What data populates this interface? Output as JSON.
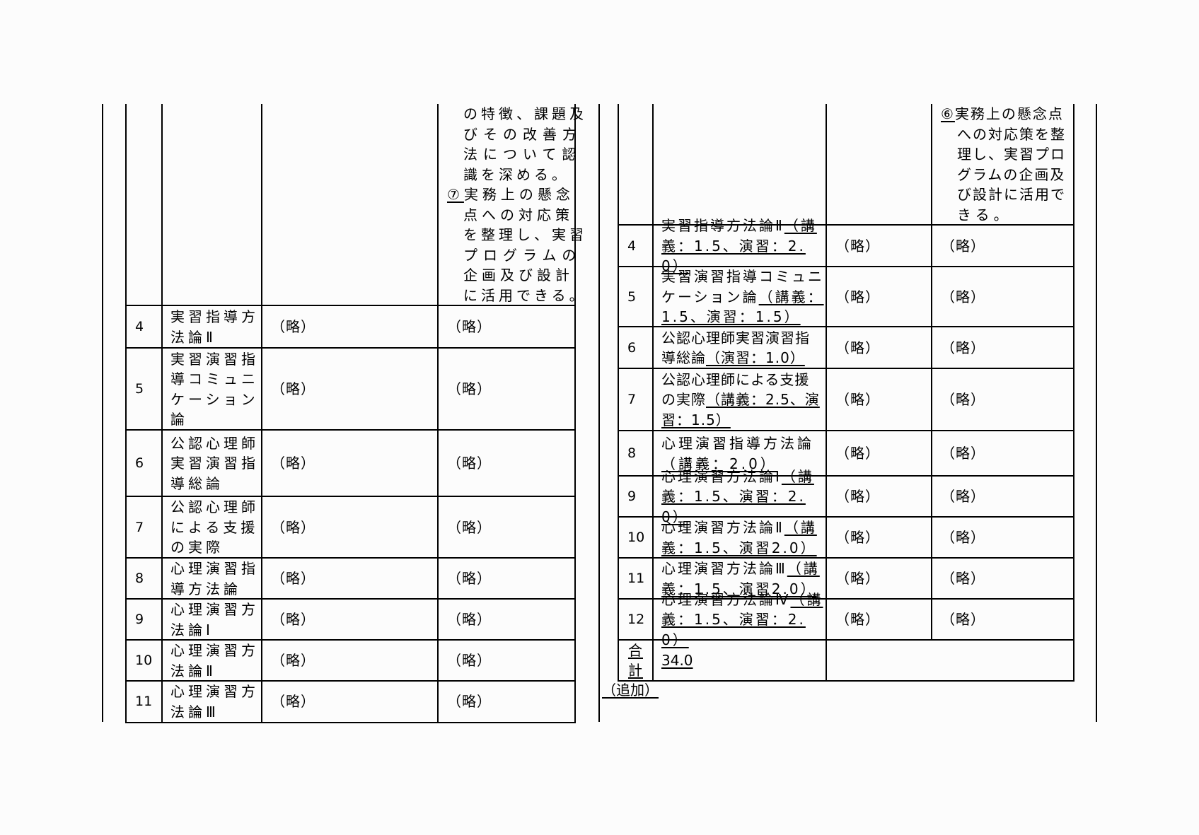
{
  "left_table": {
    "continued_row": {
      "goals_lines": [
        "の特徴、課題及",
        "びその改善方",
        "法について認",
        "識を深める。"
      ],
      "goal7_marker": "⑦",
      "goal7_lines": [
        "実務上の懸念",
        "点への対応策",
        "を整理し、実習",
        "プログラムの",
        "企画及び設計",
        "に活用できる。"
      ]
    },
    "rows": [
      {
        "no": "4",
        "name": "実習指導方法論Ⅱ",
        "content": "（略）",
        "goal": "（略）"
      },
      {
        "no": "5",
        "name": "実習演習指導コミュニケーション論",
        "content": "（略）",
        "goal": "（略）"
      },
      {
        "no": "6",
        "name": "公認心理師実習演習指導総論",
        "content": "（略）",
        "goal": "（略）"
      },
      {
        "no": "7",
        "name": "公認心理師による支援の実際",
        "content": "（略）",
        "goal": "（略）"
      },
      {
        "no": "8",
        "name": "心理演習指導方法論",
        "content": "（略）",
        "goal": "（略）"
      },
      {
        "no": "9",
        "name": "心理演習方法論Ⅰ",
        "content": "（略）",
        "goal": "（略）"
      },
      {
        "no": "10",
        "name": "心理演習方法論Ⅱ",
        "content": "（略）",
        "goal": "（略）"
      },
      {
        "no": "11",
        "name": "心理演習方法論Ⅲ",
        "content": "（略）",
        "goal": "（略）"
      }
    ]
  },
  "right_table": {
    "continued_row": {
      "goal6_marker": "⑥",
      "goal6_lines": [
        "実務上の懸念点",
        "への対応策を整",
        "理し、実習プロ",
        "グラムの企画及",
        "び設計に活用で",
        "きる。"
      ]
    },
    "rows": [
      {
        "no": "4",
        "name": "実習指導方法論Ⅱ",
        "hours": "（講義：1.5、演習：2.0）",
        "content": "（略）",
        "goal": "（略）"
      },
      {
        "no": "5",
        "name": "実習演習指導コミュニケーション論",
        "hours": "（講義：1.5、演習：1.5）",
        "content": "（略）",
        "goal": "（略）"
      },
      {
        "no": "6",
        "name": "公認心理師実習演習指導総論",
        "hours": "（演習：1.0）",
        "content": "（略）",
        "goal": "（略）"
      },
      {
        "no": "7",
        "name": "公認心理師による支援の実際",
        "hours": "（講義：2.5、演習：1.5）",
        "content": "（略）",
        "goal": "（略）"
      },
      {
        "no": "8",
        "name": "心理演習指導方法論",
        "hours": "（講義：2.0）",
        "content": "（略）",
        "goal": "（略）"
      },
      {
        "no": "9",
        "name": "心理演習方法論Ⅰ",
        "hours": "（講義：1.5、演習：2.0）",
        "content": "（略）",
        "goal": "（略）"
      },
      {
        "no": "10",
        "name": "心理演習方法論Ⅱ",
        "hours": "（講義：1.5、演習2.0）",
        "content": "（略）",
        "goal": "（略）"
      },
      {
        "no": "11",
        "name": "心理演習方法論Ⅲ",
        "hours": "（講義：1.5、演習2.0）",
        "content": "（略）",
        "goal": "（略）"
      },
      {
        "no": "12",
        "name": "心理演習方法論Ⅳ",
        "hours": "（講義：1.5、演習：2.0）",
        "content": "（略）",
        "goal": "（略）"
      }
    ],
    "total": {
      "label": "合計",
      "value": "34.0"
    }
  },
  "footer_note": "（追加）"
}
